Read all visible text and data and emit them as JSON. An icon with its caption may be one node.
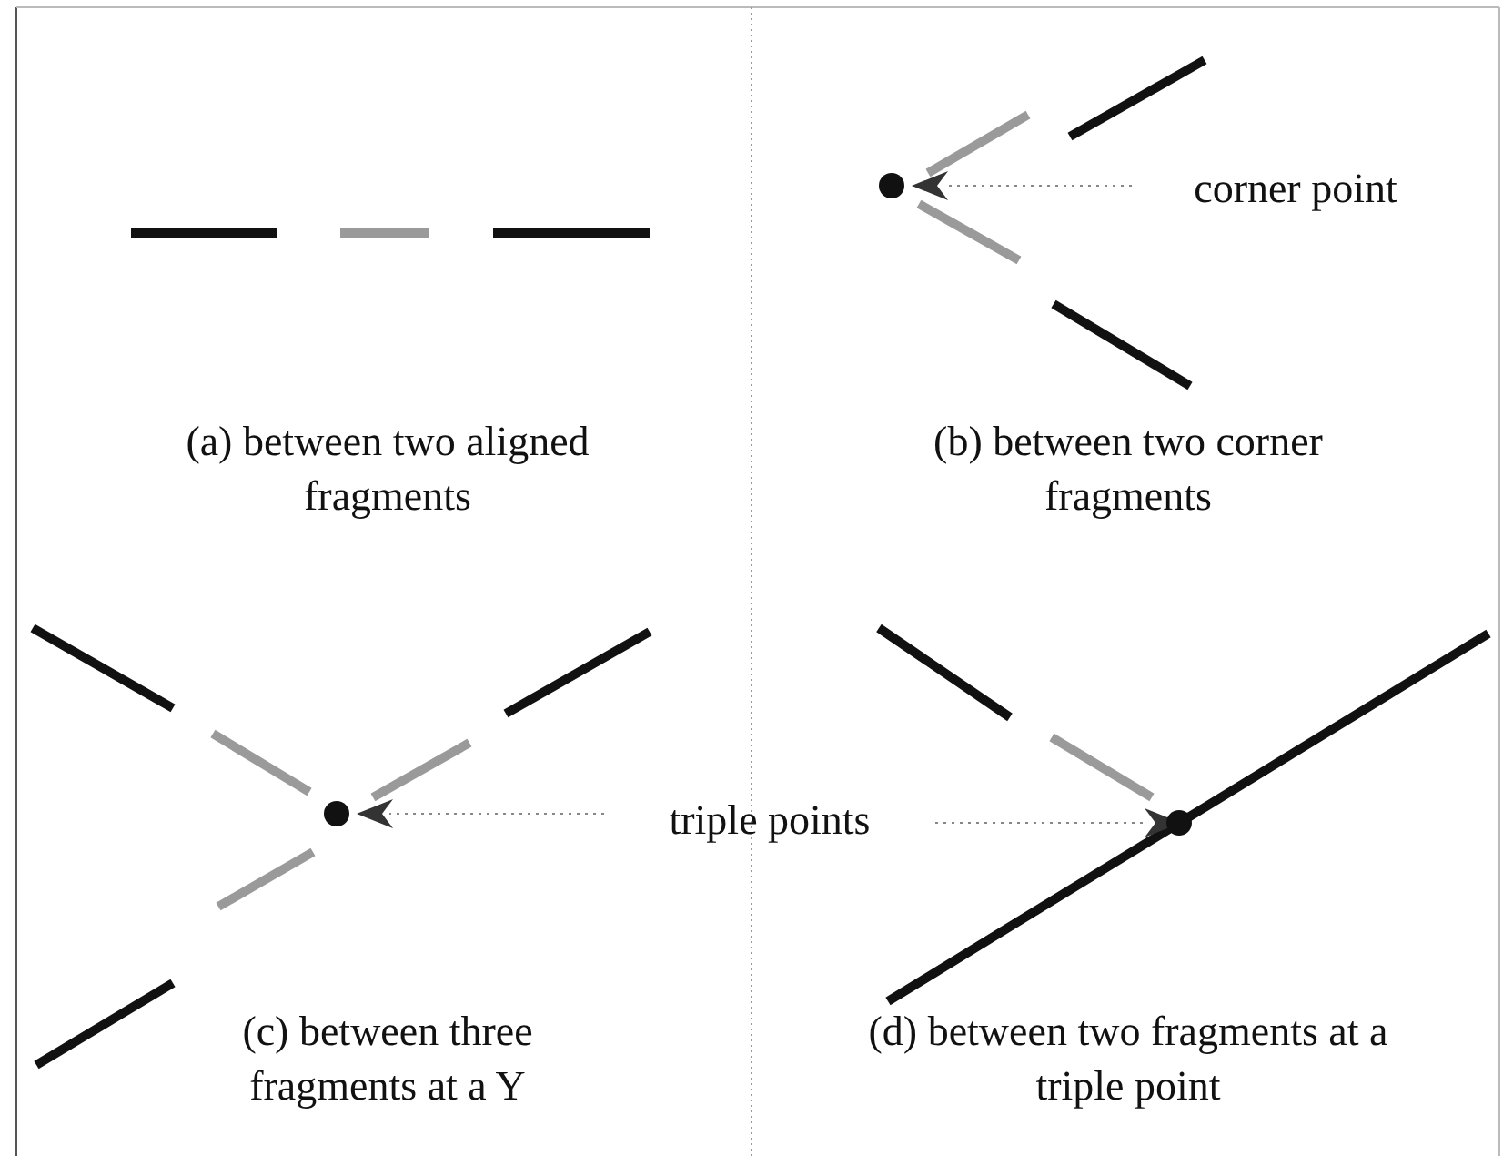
{
  "diagram": {
    "nodes": [
      {
        "text": [
          "corner point"
        ]
      },
      {
        "text": [],
        "shape": "circle"
      },
      {
        "text": [
          "triple points"
        ]
      },
      {
        "text": [],
        "shape": "circle"
      },
      {
        "text": [],
        "shape": "circle"
      }
    ],
    "edges": [
      {
        "from": 0,
        "to": 1,
        "arrow": "to",
        "style": "dashed"
      },
      {
        "from": 2,
        "to": 3,
        "arrow": "to",
        "style": "dashed"
      },
      {
        "from": 2,
        "to": 4,
        "arrow": "to",
        "style": "dashed"
      }
    ],
    "labels": [
      "(a) between two aligned fragments",
      "(b) between two corner fragments",
      "(c) between three fragments at a Y",
      "(d) between two fragments at a triple point"
    ]
  }
}
